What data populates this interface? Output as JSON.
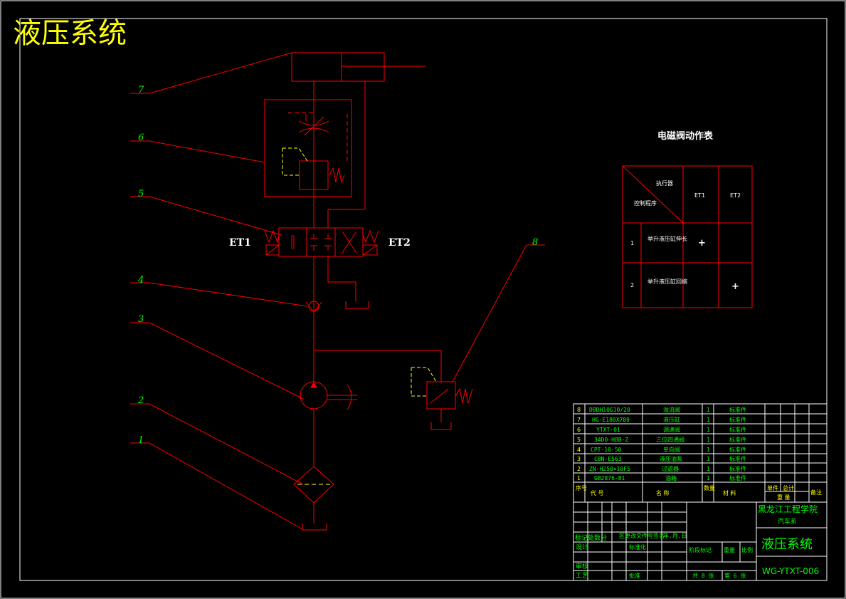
{
  "title": "液压系统",
  "component_labels": [
    "1",
    "2",
    "3",
    "4",
    "5",
    "6",
    "7",
    "8"
  ],
  "solenoids": {
    "left": "ET1",
    "right": "ET2"
  },
  "action_table": {
    "title": "电磁阀动作表",
    "header_top": "执行器",
    "header_left": "控制程序",
    "cols": [
      "ET1",
      "ET2"
    ],
    "rows": [
      {
        "no": "1",
        "desc": "举升液压缸伸长",
        "et1": "+",
        "et2": ""
      },
      {
        "no": "2",
        "desc": "举升液压缸回缩",
        "et1": "",
        "et2": "+"
      }
    ]
  },
  "bom": {
    "rows": [
      {
        "no": "8",
        "code": "DBDH10G10/20",
        "name": "溢流阀",
        "qty": "1",
        "material": "标准件"
      },
      {
        "no": "7",
        "code": "HG-E180X780",
        "name": "液压缸",
        "qty": "1",
        "material": "标准件"
      },
      {
        "no": "6",
        "code": "YTXT-01",
        "name": "调速阀",
        "qty": "1",
        "material": "标准件"
      },
      {
        "no": "5",
        "code": "34D0-H8B-Z",
        "name": "三位四通阀",
        "qty": "1",
        "material": "标准件"
      },
      {
        "no": "4",
        "code": "CPT-10-50",
        "name": "单向阀",
        "qty": "1",
        "material": "标准件"
      },
      {
        "no": "3",
        "code": "CBN-E563",
        "name": "液压油泵",
        "qty": "1",
        "material": "标准件"
      },
      {
        "no": "2",
        "code": "ZN-H250×10FS",
        "name": "过滤器",
        "qty": "1",
        "material": "标准件"
      },
      {
        "no": "1",
        "code": "GB2876-81",
        "name": "油箱",
        "qty": "1",
        "material": "标准件"
      }
    ],
    "header": {
      "no": "序号",
      "code": "代 号",
      "name": "名 称",
      "qty": "数量",
      "material": "材 料",
      "unit": "单件",
      "total": "总计",
      "weight": "重 量",
      "remark": "备注"
    }
  },
  "title_block": {
    "school": "黑龙江工程学院",
    "dept": "汽车系",
    "drawing_title": "液压系统",
    "drawing_no": "WG-YTXT-006",
    "row_labels": [
      "标记处数分",
      "区更改文件号签名",
      "年.月.日"
    ],
    "design": "设计",
    "standard": "标准化",
    "stage": "阶段标记",
    "weight": "重量",
    "scale": "比例",
    "review": "审核",
    "process": "工艺",
    "approve": "批准",
    "sheets": "共 8 张",
    "sheet": "第 6 张"
  }
}
